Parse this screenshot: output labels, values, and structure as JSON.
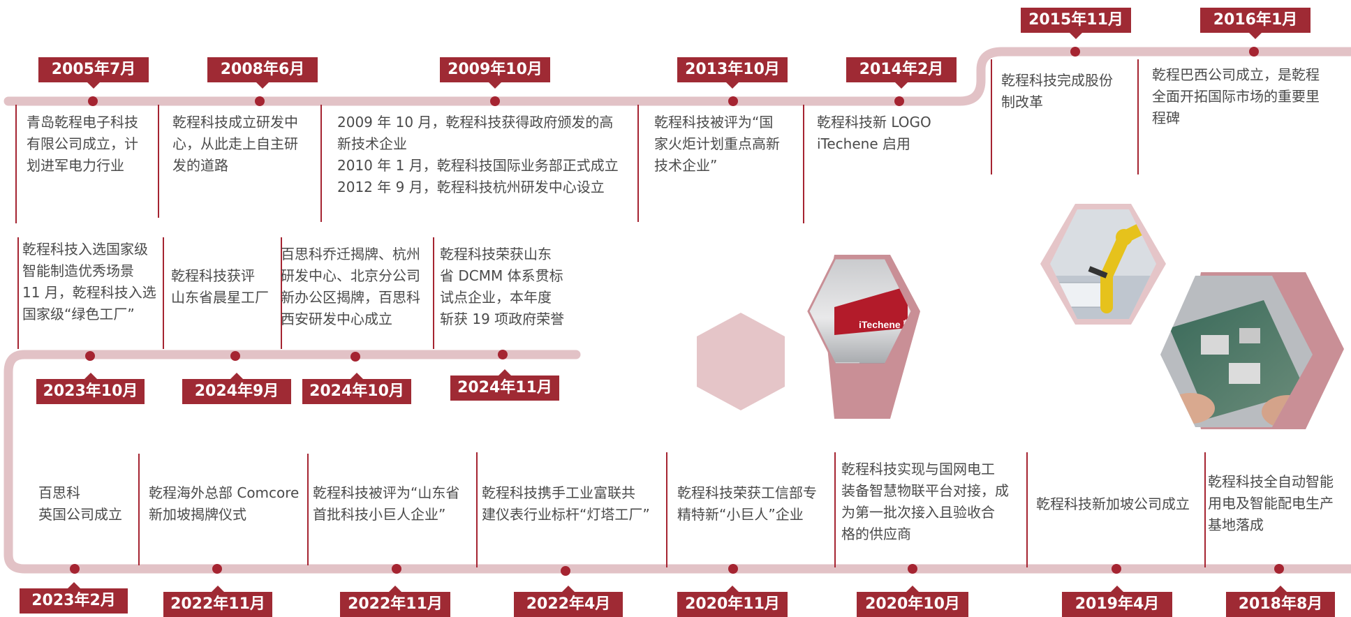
{
  "colors": {
    "accent": "#9f2a34",
    "track": "#e2c2c6",
    "dot": "#a52431",
    "hex_light": "#e5c5c8",
    "hex_frame": "#c98f96"
  },
  "milestones_top": [
    {
      "date": "2005年7月",
      "lines": [
        "青岛乾程电子科技",
        "有限公司成立，计",
        "划进军电力行业"
      ]
    },
    {
      "date": "2008年6月",
      "lines": [
        "乾程科技成立研发中",
        "心，从此走上自主研",
        "发的道路"
      ]
    },
    {
      "date": "2009年10月",
      "lines": [
        "2009 年 10 月，乾程科技获得政府颁发的高",
        "新技术企业",
        "2010 年 1 月，乾程科技国际业务部正式成立",
        "2012 年 9 月，乾程科技杭州研发中心设立"
      ]
    },
    {
      "date": "2013年10月",
      "lines": [
        "乾程科技被评为“国",
        "家火炬计划重点高新",
        "技术企业”"
      ]
    },
    {
      "date": "2014年2月",
      "lines": [
        "乾程科技新 LOGO",
        "iTechene 启用"
      ]
    },
    {
      "date": "2015年11月",
      "lines": [
        "乾程科技完成股份",
        "制改革"
      ]
    },
    {
      "date": "2016年1月",
      "lines": [
        "乾程巴西公司成立，是乾程",
        "全面开拓国际市场的重要里",
        "程碑"
      ]
    }
  ],
  "milestones_middle": [
    {
      "date": "2023年10月",
      "lines": [
        "乾程科技入选国家级",
        "智能制造优秀场景",
        "11 月，乾程科技入选",
        "国家级“绿色工厂”"
      ]
    },
    {
      "date": "2024年9月",
      "lines": [
        "乾程科技获评",
        "山东省晨星工厂"
      ]
    },
    {
      "date": "2024年10月",
      "lines": [
        "百思科乔迁揭牌、杭州",
        "研发中心、北京分公司",
        "新办公区揭牌，百思科",
        "西安研发中心成立"
      ]
    },
    {
      "date": "2024年11月",
      "lines": [
        "乾程科技荣获山东",
        "省 DCMM 体系贯标",
        "试点企业，本年度",
        "斩获 19 项政府荣誉"
      ]
    }
  ],
  "milestones_bottom": [
    {
      "date": "2023年2月",
      "lines": [
        "百思科",
        "英国公司成立"
      ]
    },
    {
      "date": "2022年11月",
      "lines": [
        "乾程海外总部 Comcore",
        "新加坡揭牌仪式"
      ]
    },
    {
      "date": "2022年11月",
      "lines": [
        "乾程科技被评为“山东省",
        "首批科技小巨人企业”"
      ]
    },
    {
      "date": "2022年4月",
      "lines": [
        "乾程科技携手工业富联共",
        "建仪表行业标杆“灯塔工厂”"
      ]
    },
    {
      "date": "2020年11月",
      "lines": [
        "乾程科技荣获工信部专",
        "精特新“小巨人”企业"
      ]
    },
    {
      "date": "2020年10月",
      "lines": [
        "乾程科技实现与国网电工",
        "装备智慧物联平台对接，成",
        "为第一批次接入且验收合",
        "格的供应商"
      ]
    },
    {
      "date": "2019年4月",
      "lines": [
        "乾程科技新加坡公司成立"
      ]
    },
    {
      "date": "2018年8月",
      "lines": [
        "乾程科技全自动智能",
        "用电及智能配电生产",
        "基地落成"
      ]
    }
  ],
  "photos": [
    {
      "icon": "building-lobby-photo",
      "sign": "iTechene",
      "sign_small": "iTechene 乾程科技"
    },
    {
      "icon": "robot-arm-photo"
    },
    {
      "icon": "circuit-board-photo"
    }
  ]
}
